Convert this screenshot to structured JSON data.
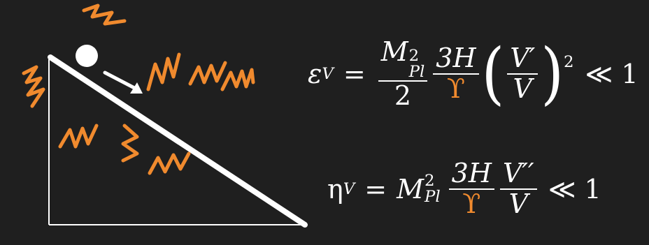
{
  "colors": {
    "background": "#1f1f1f",
    "foreground": "#ffffff",
    "accent": "#f08a2e"
  },
  "equation1": {
    "lhs": "ε",
    "lhs_sub": "V",
    "eq": "=",
    "coef_num_base": "M",
    "coef_num_sup": "2",
    "coef_num_sub": "Pl",
    "coef_den": "2",
    "frac2_num": "3H",
    "frac2_den": "ϒ",
    "frac3_num": "V′",
    "frac3_den": "V",
    "power": "2",
    "rel": "≪ 1"
  },
  "equation2": {
    "lhs": "η",
    "lhs_sub": "V",
    "eq": "=",
    "coef_base": "M",
    "coef_sup": "2",
    "coef_sub": "Pl",
    "frac2_num": "3H",
    "frac2_den": "ϒ",
    "frac3_num": "V′′",
    "frac3_den": "V",
    "rel": "≪ 1"
  },
  "diagram": {
    "icons": [
      "incline-icon",
      "ball-icon",
      "motion-arrow-icon",
      "radiation-wave-icon"
    ]
  }
}
